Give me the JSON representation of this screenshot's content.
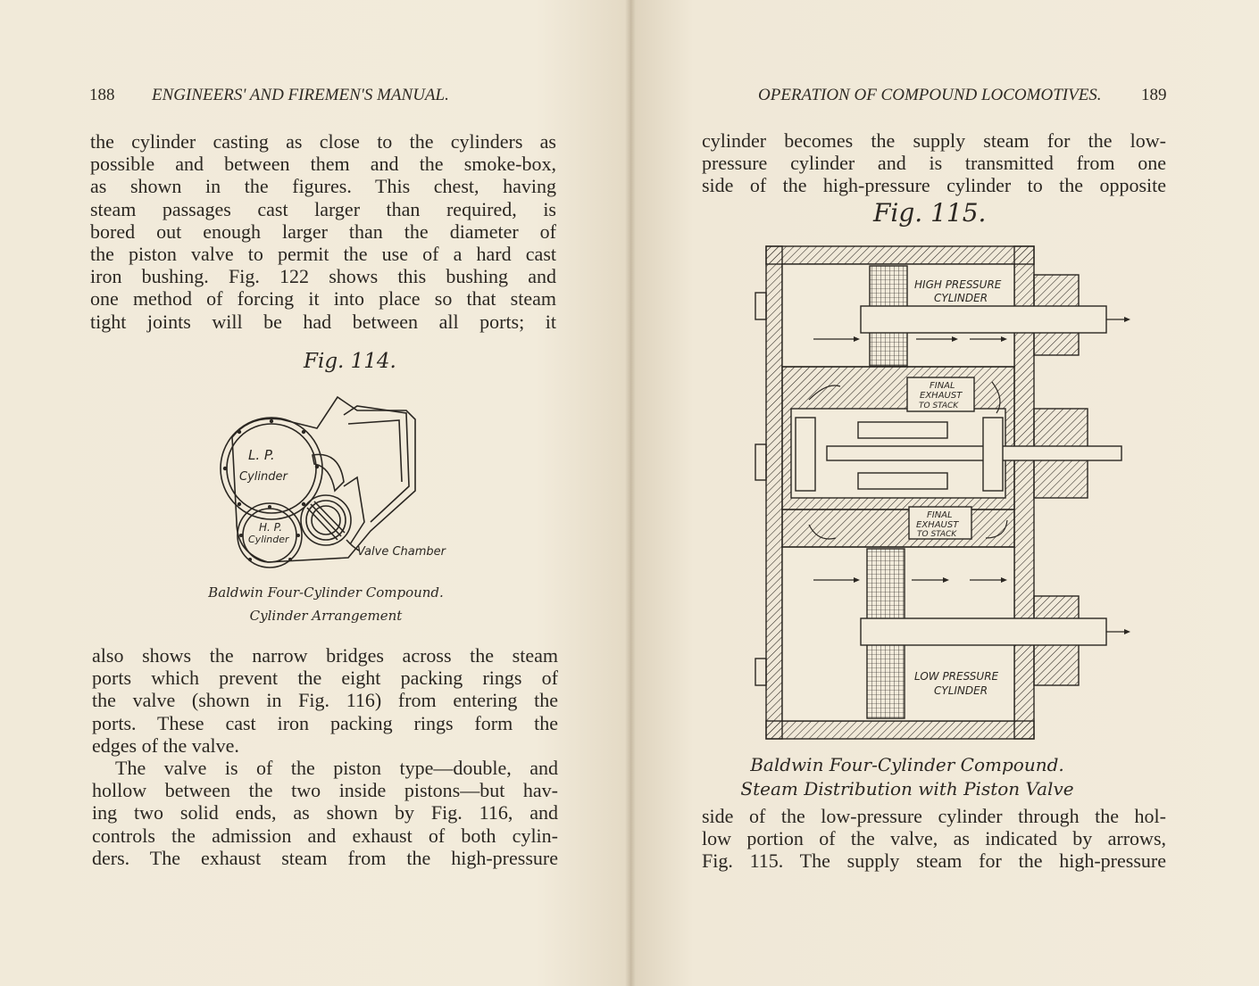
{
  "left": {
    "page_number": "188",
    "running_head": "ENGINEERS' AND FIREMEN'S MANUAL.",
    "para1": [
      "the cylinder casting as close to the cylinders as",
      "possible and between them and the smoke-box,",
      "as shown in the figures.  This chest, having",
      "steam passages cast larger than required, is",
      "bored out enough larger than the diameter of",
      "the piston valve to permit the use of a hard cast",
      "iron bushing.  Fig. 122 shows this bushing and",
      "one method of forcing it into place so that steam",
      "tight joints will be had between all ports; it"
    ],
    "figure": {
      "title": "Fig. 114.",
      "labels": {
        "lp_cylinder_1": "L. P.",
        "lp_cylinder_2": "Cylinder",
        "hp_cylinder_1": "H. P.",
        "hp_cylinder_2": "Cylinder",
        "valve_chamber": "Valve Chamber"
      },
      "caption_line1": "Baldwin Four-Cylinder Compound.",
      "caption_line2": "Cylinder Arrangement"
    },
    "para2": [
      "also shows the narrow bridges across the steam",
      "ports which prevent the eight packing rings of",
      "the valve (shown in Fig. 116) from entering the",
      "ports.  These cast iron packing rings form the",
      "edges of the valve."
    ],
    "para3": [
      "The valve is of the piston type—double, and",
      "hollow between the two inside pistons—but hav-",
      "ing two solid ends, as shown by Fig. 116, and",
      "controls the admission and exhaust of both cylin-",
      "ders.  The exhaust steam from the high-pressure"
    ]
  },
  "right": {
    "page_number": "189",
    "running_head": "OPERATION OF COMPOUND LOCOMOTIVES.",
    "para1": [
      "cylinder becomes the supply steam for the low-",
      "pressure cylinder and is transmitted from one",
      "side of the high-pressure cylinder to the opposite"
    ],
    "figure": {
      "title": "Fig. 115.",
      "labels": {
        "hp_1": "HIGH PRESSURE",
        "hp_2": "CYLINDER",
        "fe_top_1": "FINAL",
        "fe_top_2": "EXHAUST",
        "fe_top_3": "TO STACK",
        "fe_bot_1": "FINAL",
        "fe_bot_2": "EXHAUST",
        "fe_bot_3": "TO STACK",
        "lp_1": "LOW PRESSURE",
        "lp_2": "CYLINDER"
      },
      "caption_line1": "Baldwin Four-Cylinder Compound.",
      "caption_line2": "Steam Distribution with Piston Valve"
    },
    "para2": [
      "side of the low-pressure cylinder through the hol-",
      "low portion of the valve, as indicated by arrows,",
      "Fig. 115.  The supply steam for the high-pressure"
    ]
  },
  "colors": {
    "paper": "#f2ebdb",
    "ink": "#2b2722"
  }
}
